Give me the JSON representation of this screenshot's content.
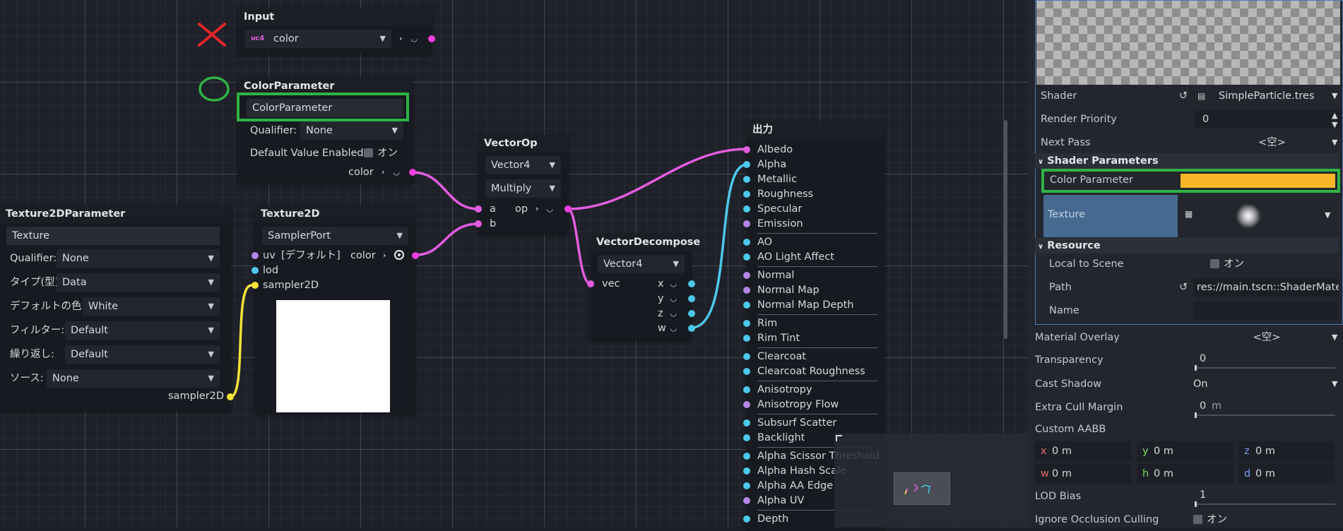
{
  "nodes": {
    "input": {
      "title": "Input",
      "dropdown": "color"
    },
    "color_param": {
      "title": "ColorParameter",
      "name_value": "ColorParameter",
      "qualifier_label": "Qualifier:",
      "qualifier_value": "None",
      "default_label": "Default Value Enabled:",
      "default_toggle": "オン",
      "out_port": "color"
    },
    "vector_op": {
      "title": "VectorOp",
      "type": "Vector4",
      "operation": "Multiply",
      "in_a": "a",
      "in_b": "b",
      "out": "op"
    },
    "tex_param": {
      "title": "Texture2DParameter",
      "name_value": "Texture",
      "rows": [
        {
          "label": "Qualifier:",
          "value": "None"
        },
        {
          "label": "タイプ(型):",
          "value": "Data"
        },
        {
          "label": "デフォルトの色:",
          "value": "White"
        },
        {
          "label": "フィルター:",
          "value": "Default"
        },
        {
          "label": "繰り返し:",
          "value": "Default"
        },
        {
          "label": "ソース:",
          "value": "None"
        }
      ],
      "out_port": "sampler2D"
    },
    "texture2d": {
      "title": "Texture2D",
      "source": "SamplerPort",
      "in_uv": "uv",
      "uv_default": "[デフォルト]",
      "out_color": "color",
      "in_lod": "lod",
      "in_sampler": "sampler2D"
    },
    "vector_decompose": {
      "title": "VectorDecompose",
      "type": "Vector4",
      "in_vec": "vec",
      "outs": [
        "x",
        "y",
        "z",
        "w"
      ]
    },
    "output": {
      "title": "出力",
      "ports": [
        "Albedo",
        "Alpha",
        "Metallic",
        "Roughness",
        "Specular",
        "Emission",
        "AO",
        "AO Light Affect",
        "Normal",
        "Normal Map",
        "Normal Map Depth",
        "Rim",
        "Rim Tint",
        "Clearcoat",
        "Clearcoat Roughness",
        "Anisotropy",
        "Anisotropy Flow",
        "Subsurf Scatter",
        "Backlight",
        "Alpha Scissor Threshold",
        "Alpha Hash Scale",
        "Alpha AA Edge",
        "Alpha UV",
        "Depth"
      ]
    }
  },
  "inspector": {
    "shader_label": "Shader",
    "shader_value": "SimpleParticle.tres",
    "render_priority_label": "Render Priority",
    "render_priority_value": "0",
    "next_pass_label": "Next Pass",
    "next_pass_value": "<空>",
    "shader_params_header": "Shader Parameters",
    "color_param_label": "Color Parameter",
    "color_param_color": "#f7b627",
    "texture_label": "Texture",
    "resource_header": "Resource",
    "local_scene_label": "Local to Scene",
    "local_scene_value": "オン",
    "path_label": "Path",
    "path_value": "res://main.tscn::ShaderMater",
    "name_label": "Name",
    "material_overlay_label": "Material Overlay",
    "material_overlay_value": "<空>",
    "transparency_label": "Transparency",
    "transparency_value": "0",
    "cast_shadow_label": "Cast Shadow",
    "cast_shadow_value": "On",
    "extra_cull_label": "Extra Cull Margin",
    "extra_cull_value": "0",
    "extra_cull_unit": "m",
    "custom_aabb_label": "Custom AABB",
    "aabb": [
      {
        "axis": "x",
        "value": "0 m"
      },
      {
        "axis": "y",
        "value": "0 m"
      },
      {
        "axis": "z",
        "value": "0 m"
      },
      {
        "axis": "w",
        "value": "0 m"
      },
      {
        "axis": "h",
        "value": "0 m"
      },
      {
        "axis": "d",
        "value": "0 m"
      }
    ],
    "lod_bias_label": "LOD Bias",
    "lod_bias_value": "1",
    "ignore_occlusion_label": "Ignore Occlusion Culling",
    "ignore_occlusion_value": "オン"
  },
  "colors": {
    "highlight": "#2fb344",
    "port_pink": "#e35ce0",
    "port_cyan": "#4dc7ea",
    "port_yellow": "#f5e336"
  }
}
